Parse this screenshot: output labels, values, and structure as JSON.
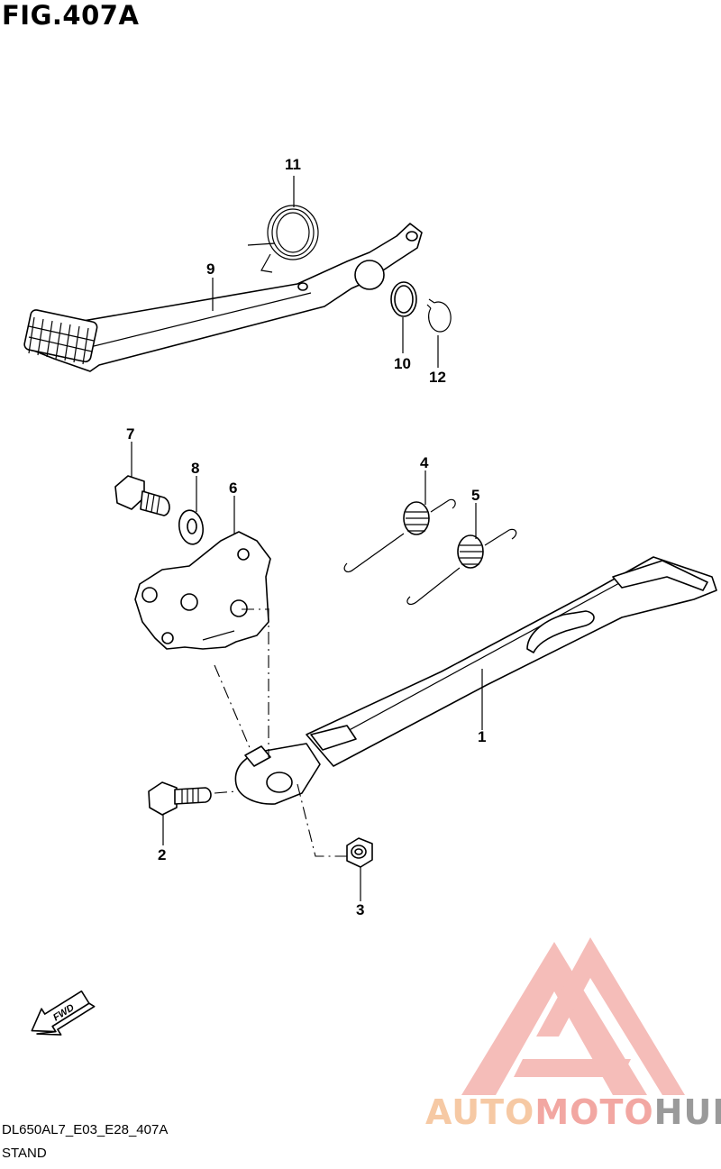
{
  "figure": {
    "title": "FIG.407A"
  },
  "callouts": {
    "p1": "1",
    "p2": "2",
    "p3": "3",
    "p4": "4",
    "p5": "5",
    "p6": "6",
    "p7": "7",
    "p8": "8",
    "p9": "9",
    "p10": "10",
    "p11": "11",
    "p12": "12"
  },
  "fwd": {
    "label": "FWD"
  },
  "footer": {
    "code": "DL650AL7_E03_E28_407A",
    "name": "STAND"
  },
  "watermark": {
    "auto": "AUTO",
    "moto": "MOTO",
    "hub": "HUB",
    "colors": {
      "auto": "#f6c9a4",
      "moto": "#f2a7a2",
      "hub": "#9a9a9a"
    }
  }
}
